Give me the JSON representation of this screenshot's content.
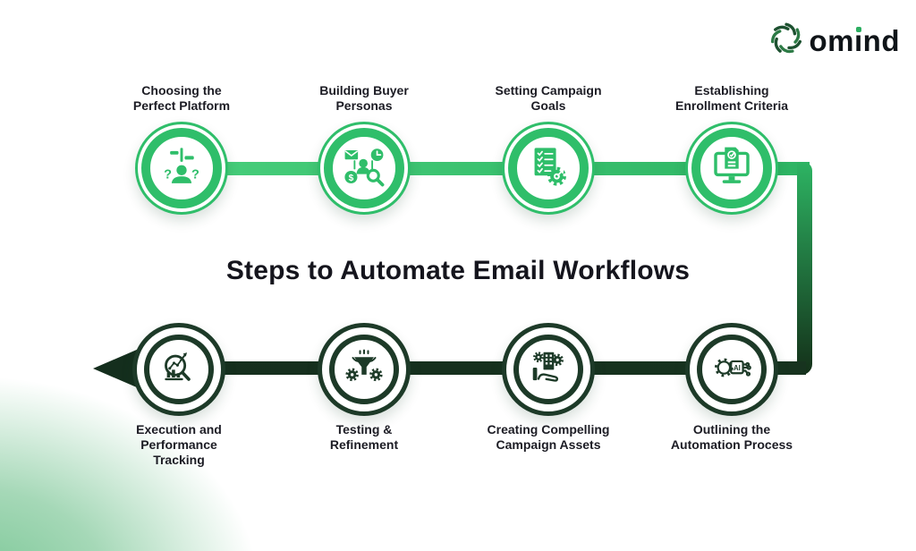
{
  "logo": {
    "brand": "omind",
    "text_before_i": "om",
    "dotless_i": "ı",
    "text_after_i": "nd",
    "icon": "omind-swirl-icon",
    "dot_color": "#2cae61"
  },
  "title": "Steps to Automate Email Workflows",
  "colors": {
    "accent_green": "#2fbe6a",
    "connector_green_light": "#47ce7b",
    "dark_green": "#1d3a28",
    "connector_dark": "#152e1d",
    "corner_wash_green": "#78c694"
  },
  "top_steps": [
    {
      "icon": "platform-choice-icon",
      "lines": [
        "Choosing the",
        "Perfect Platform"
      ]
    },
    {
      "icon": "buyer-personas-icon",
      "lines": [
        "Building Buyer",
        "Personas"
      ]
    },
    {
      "icon": "campaign-goals-icon",
      "lines": [
        "Setting Campaign",
        "Goals"
      ]
    },
    {
      "icon": "enrollment-criteria-icon",
      "lines": [
        "Establishing",
        "Enrollment Criteria"
      ]
    }
  ],
  "bottom_steps": [
    {
      "icon": "automation-process-icon",
      "lines": [
        "Outlining the",
        "Automation Process"
      ]
    },
    {
      "icon": "campaign-assets-icon",
      "lines": [
        "Creating Compelling",
        "Campaign Assets"
      ]
    },
    {
      "icon": "testing-refinement-icon",
      "lines": [
        "Testing &",
        "Refinement"
      ]
    },
    {
      "icon": "performance-tracking-icon",
      "lines": [
        "Execution and",
        "Performance",
        "Tracking"
      ]
    }
  ]
}
